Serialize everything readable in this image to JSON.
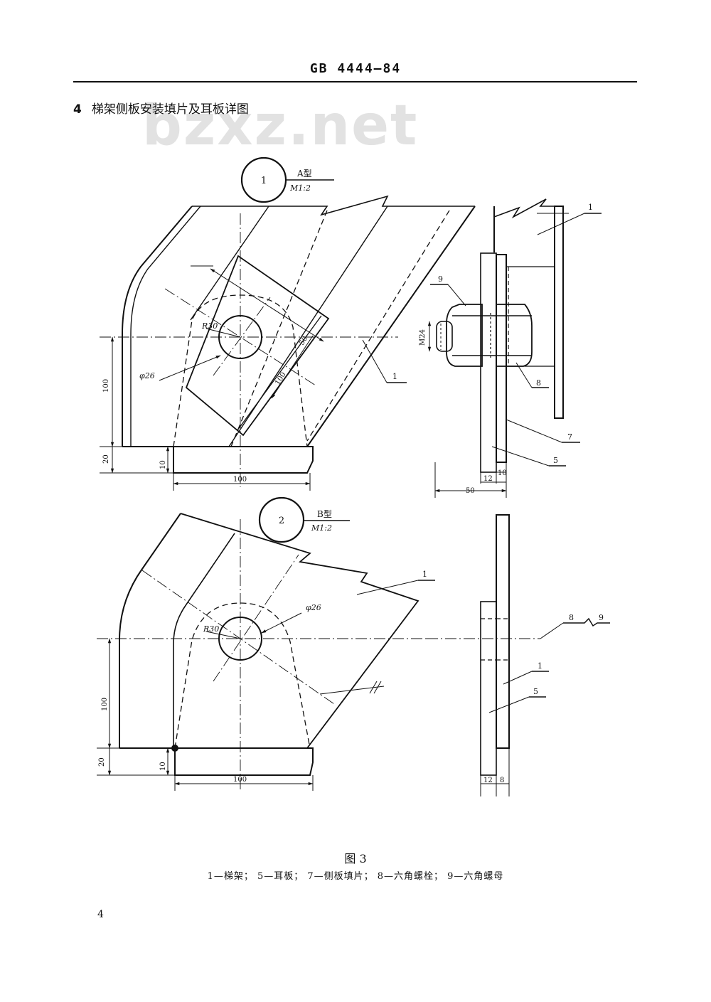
{
  "header": {
    "code": "GB 4444—84"
  },
  "section": {
    "number": "4",
    "title": "梯架侧板安装填片及耳板详图"
  },
  "watermark": "bzxz.net",
  "detail_a": {
    "bubble": "1",
    "type_label": "A型",
    "scale": "M1:2",
    "dims": {
      "r": "R30",
      "phi": "φ26",
      "d50": "50",
      "d100_diag": "100",
      "d100_v": "100",
      "d20": "20",
      "d10": "10",
      "d100_h": "100"
    },
    "side_dims": {
      "m24": "M24",
      "w12": "12",
      "w10": "10",
      "w50": "50"
    },
    "callouts": {
      "c1_top": "1",
      "c1_mid": "1",
      "c9": "9",
      "c8": "8",
      "c7": "7",
      "c5": "5"
    }
  },
  "detail_b": {
    "bubble": "2",
    "type_label": "B型",
    "scale": "M1:2",
    "dims": {
      "r": "R30",
      "phi": "φ26",
      "d100_v": "100",
      "d20": "20",
      "d10": "10",
      "d100_h": "100"
    },
    "side_dims": {
      "w12": "12",
      "w8": "8"
    },
    "callouts": {
      "c1_main": "1",
      "c8": "8",
      "c9": "9",
      "c1_side": "1",
      "c5_side": "5"
    }
  },
  "figure": {
    "caption": "图 3",
    "legend": "1—梯架； 5—耳板； 7—侧板填片； 8—六角螺栓； 9—六角螺母"
  },
  "page_number": "4"
}
